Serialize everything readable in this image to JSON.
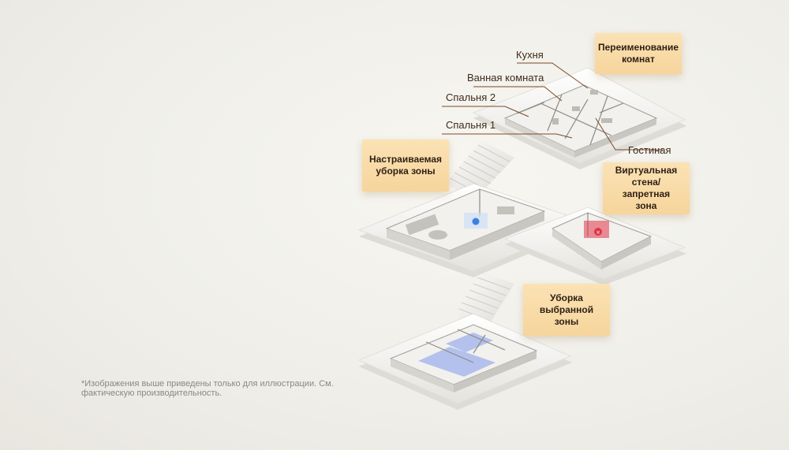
{
  "rooms": {
    "kitchen": "Кухня",
    "bathroom": "Ванная комната",
    "bedroom2": "Спальня 2",
    "bedroom1": "Спальня 1",
    "living": "Гостиная"
  },
  "callouts": {
    "rename": "Переименование\nкомнат",
    "custom_zone": "Настраиваемая\nуборка зоны",
    "virtual_wall": "Виртуальная\nстена/\nзапретная\nзона",
    "selected_zone": "Уборка\nвыбранной\nзоны"
  },
  "disclaimer": "*Изображения выше приведены только для иллюстрации. См. фактическую производительность.",
  "colors": {
    "callout_bg": "#f8dca6",
    "label_text": "#3f2a1c",
    "leader_line": "#7a4a2a",
    "zone_blue": "#a9b9ec",
    "forbidden_red": "#e0344a"
  }
}
